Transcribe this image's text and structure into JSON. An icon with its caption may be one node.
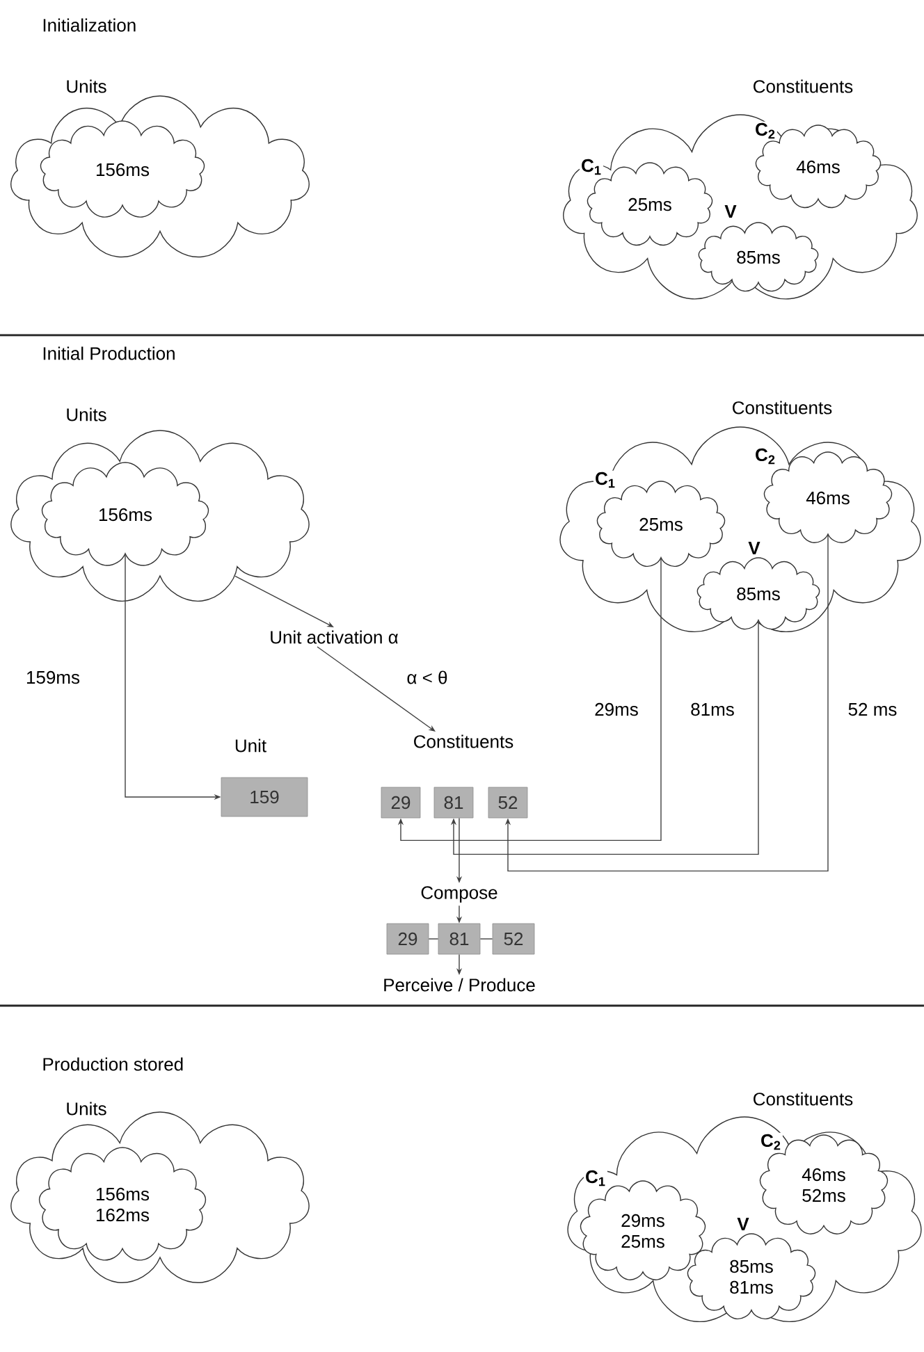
{
  "diagram": {
    "nodes": [
      {
        "text": [
          "Units"
        ]
      },
      {
        "text": [
          "156ms"
        ],
        "in": 0
      },
      {
        "text": [
          "Constituents"
        ]
      },
      {
        "text": [
          "C$_{1}$",
          "25ms"
        ],
        "in": 2
      },
      {
        "text": [
          "C$_{2}$",
          "46ms"
        ],
        "in": 2
      },
      {
        "text": [
          "V",
          "85ms"
        ],
        "in": 2
      },
      {
        "text": [
          "Units"
        ]
      },
      {
        "text": [
          "156ms"
        ],
        "in": 6
      },
      {
        "text": [
          "Constituents"
        ]
      },
      {
        "text": [
          "C$_{1}$",
          "25ms"
        ],
        "in": 8
      },
      {
        "text": [
          "C$_{2}$",
          "46ms"
        ],
        "in": 8
      },
      {
        "text": [
          "V",
          "85ms"
        ],
        "in": 8
      },
      {
        "text": [
          "Unit activation α"
        ]
      },
      {
        "text": [
          "Constituents"
        ]
      },
      {
        "text": [
          "Unit",
          "159"
        ]
      },
      {
        "text": [
          "29"
        ]
      },
      {
        "text": [
          "81"
        ]
      },
      {
        "text": [
          "52"
        ]
      },
      {
        "text": [
          "Compose"
        ]
      },
      {
        "text": [
          "29"
        ]
      },
      {
        "text": [
          "81"
        ]
      },
      {
        "text": [
          "52"
        ]
      },
      {
        "text": [
          "Perceive / Produce"
        ]
      },
      {
        "text": [
          "Units"
        ]
      },
      {
        "text": [
          "156ms",
          "162ms"
        ],
        "in": 23
      },
      {
        "text": [
          "Constituents"
        ]
      },
      {
        "text": [
          "C$_{1}$",
          "29ms",
          "25ms"
        ],
        "in": 25
      },
      {
        "text": [
          "C$_{2}$",
          "46ms",
          "52ms"
        ],
        "in": 25
      },
      {
        "text": [
          "V",
          "85ms",
          "81ms"
        ],
        "in": 25
      }
    ],
    "edges": [
      {
        "from": 7,
        "to": 14,
        "arrow": "to",
        "label": "159ms"
      },
      {
        "from": 6,
        "to": 12,
        "arrow": "to"
      },
      {
        "from": 12,
        "to": 13,
        "arrow": "to",
        "label": "α < θ"
      },
      {
        "from": 9,
        "to": 15,
        "arrow": "to",
        "label": "29ms"
      },
      {
        "from": 11,
        "to": 16,
        "arrow": "to",
        "label": "81ms"
      },
      {
        "from": 10,
        "to": 17,
        "arrow": "to",
        "label": "52 ms"
      },
      {
        "from": 16,
        "to": 18,
        "arrow": "to"
      },
      {
        "from": 18,
        "to": 20,
        "arrow": "to"
      },
      {
        "from": 19,
        "to": 20,
        "arrow": "none"
      },
      {
        "from": 20,
        "to": 21,
        "arrow": "none"
      },
      {
        "from": 20,
        "to": 22,
        "arrow": "to"
      }
    ],
    "labels": [
      "Initialization",
      "Initial Production",
      "Production stored"
    ]
  }
}
